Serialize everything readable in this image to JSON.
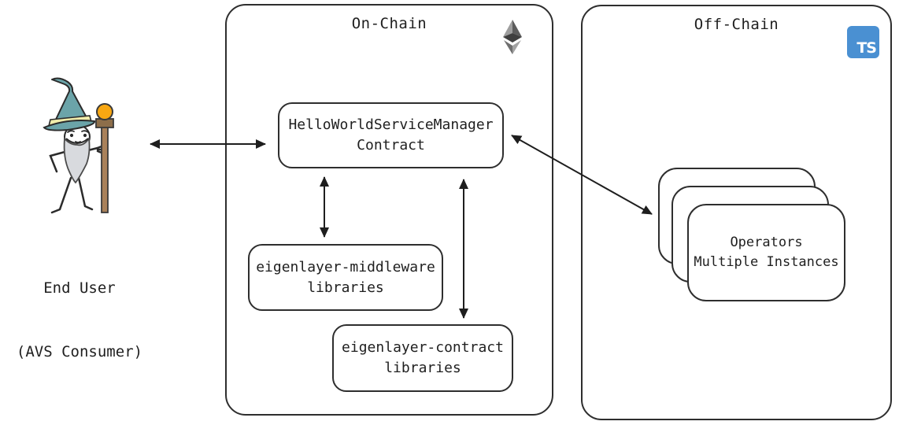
{
  "end_user": {
    "line1": "End User",
    "line2": "(AVS Consumer)"
  },
  "on_chain": {
    "title": "On-Chain",
    "service_manager": {
      "line1": "HelloWorldServiceManager",
      "line2": "Contract"
    },
    "middleware": {
      "line1": "eigenlayer-middleware",
      "line2": "libraries"
    },
    "contracts": {
      "line1": "eigenlayer-contract",
      "line2": "libraries"
    }
  },
  "off_chain": {
    "title": "Off-Chain",
    "ts_label": "TS",
    "operators": {
      "line1": "Operators",
      "line2": "Multiple Instances"
    }
  },
  "icons": {
    "on_chain_badge": "ethereum-icon",
    "off_chain_badge": "typescript-icon",
    "end_user_figure": "wizard-illustration"
  },
  "colors": {
    "background": "#ffffff",
    "stroke": "#2e2e2e",
    "arrow": "#1e1e1e",
    "typescript_blue": "#4a90d2",
    "wizard_hat_teal": "#6ba4a9",
    "wizard_hat_band_yellow": "#f0ecaa",
    "wizard_beard_gray": "#d8dade",
    "staff_brown": "#a9815a",
    "orb_orange": "#f8a712",
    "eth_gray_light": "#9e9e9e",
    "eth_gray_dark": "#5c5c5c"
  }
}
